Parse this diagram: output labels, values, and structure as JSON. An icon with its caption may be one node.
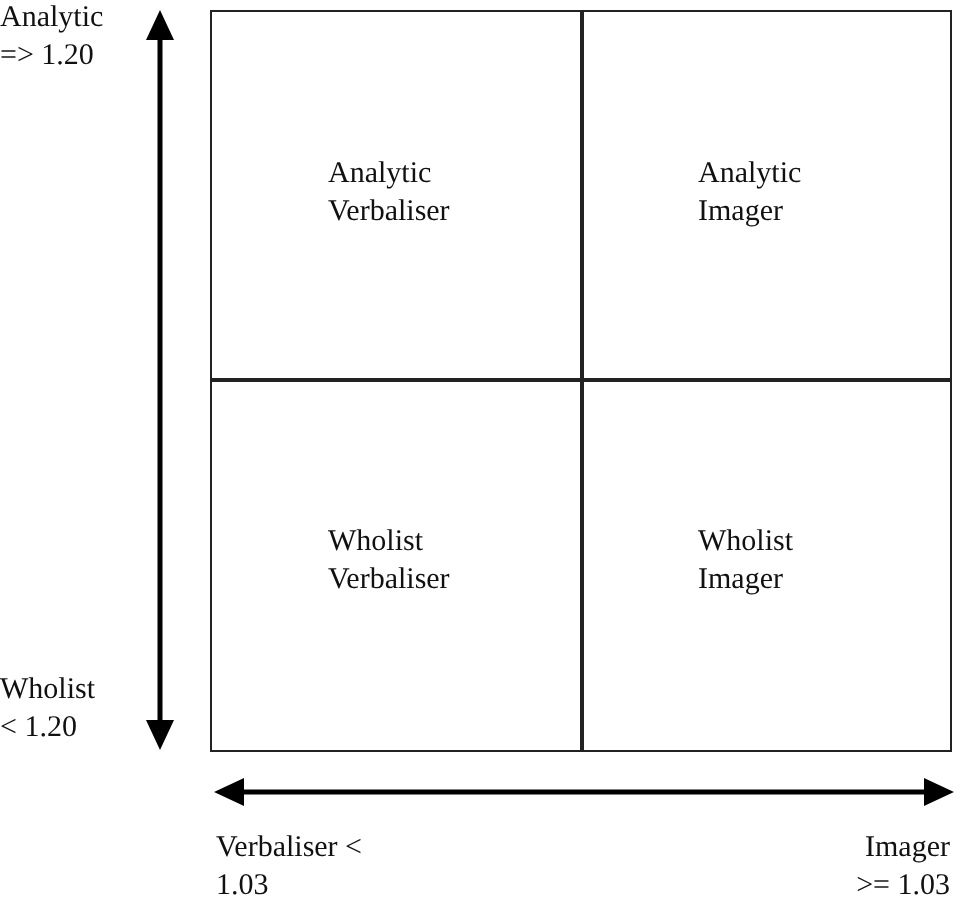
{
  "diagram": {
    "nodes": [
      {
        "text": [
          "Analytic Verbaliser"
        ]
      },
      {
        "text": [
          "Analytic Imager"
        ]
      },
      {
        "text": [
          "Wholist Verbaliser"
        ]
      },
      {
        "text": [
          "Wholist Imager"
        ]
      }
    ],
    "labels": [
      "Analytic => 1.20",
      "Wholist < 1.20",
      "Verbaliser < 1.03",
      "Imager >= 1.03"
    ]
  }
}
